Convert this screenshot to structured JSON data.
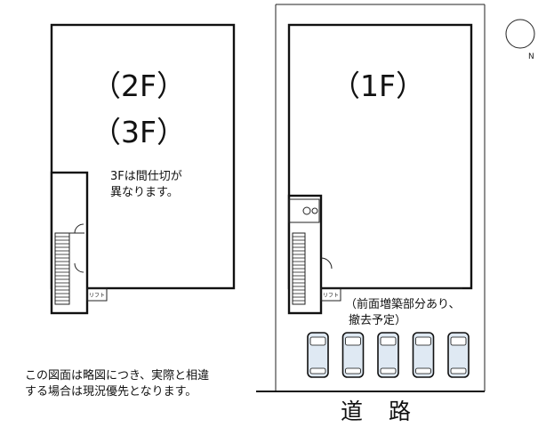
{
  "upper_floor": {
    "label_2f": "（2F）",
    "label_3f": "（3F）",
    "note_line1": "3Fは間仕切が",
    "note_line2": "異なります。",
    "lift_label": "リフト"
  },
  "ground_floor": {
    "label_1f": "（1F）",
    "lift_label": "リフト",
    "extension_note_line1": "（前面増築部分あり、",
    "extension_note_line2": "撤去予定）"
  },
  "compass": {
    "north_label": "N"
  },
  "road_label": "道　路",
  "disclaimer": {
    "line1": "この図面は略図につき、実際と相違",
    "line2": "する場合は現況優先となります。"
  },
  "parking": {
    "car_count": 5
  },
  "colors": {
    "line": "#111111",
    "car_fill": "#dfe9f3"
  }
}
